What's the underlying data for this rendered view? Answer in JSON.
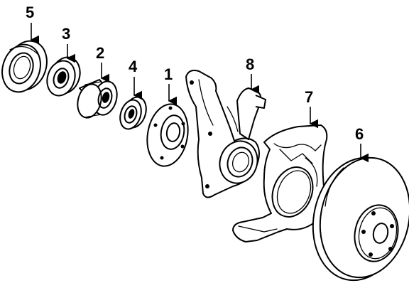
{
  "callouts": [
    {
      "id": "5",
      "label": "5"
    },
    {
      "id": "3",
      "label": "3"
    },
    {
      "id": "2",
      "label": "2"
    },
    {
      "id": "4",
      "label": "4"
    },
    {
      "id": "1",
      "label": "1"
    },
    {
      "id": "8",
      "label": "8"
    },
    {
      "id": "7",
      "label": "7"
    },
    {
      "id": "6",
      "label": "6"
    }
  ]
}
